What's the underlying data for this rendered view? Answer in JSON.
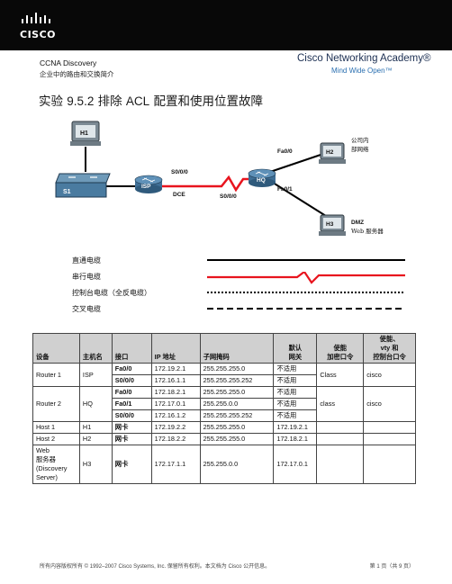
{
  "header": {
    "logo_text": "CISCO",
    "course": "CCNA Discovery",
    "subtitle": "企业中的路由和交换简介",
    "academy_name": "Cisco Networking Academy®",
    "academy_tagline": "Mind Wide Open™"
  },
  "title": {
    "prefix": "实验 ",
    "number": "9.5.2",
    "suffix_cn1": " 排除 ",
    "acl": "ACL",
    "suffix_cn2": " 配置和使用位置故障"
  },
  "topology": {
    "devices": {
      "h1": "H1",
      "s1": "S1",
      "isp": "ISP",
      "hq": "HQ",
      "h2": "H2",
      "h3": "H3"
    },
    "links": {
      "isp_s000": "S0/0/0",
      "dce": "DCE",
      "hq_s000": "S0/0/0",
      "fa00": "Fa0/0",
      "fa01": "Fa0/1"
    },
    "notes": {
      "h2_line1": "公司内",
      "h2_line2": "部网络",
      "h3_line1": "DMZ",
      "h3_line2": "Web 服务器"
    }
  },
  "legend": [
    {
      "label": "直通电缆",
      "style": "solid"
    },
    {
      "label": "串行电缆",
      "style": "serial"
    },
    {
      "label": "控制台电缆（全反电缆）",
      "style": "dotted"
    },
    {
      "label": "交叉电缆",
      "style": "dashed"
    }
  ],
  "table": {
    "headers": {
      "device": "设备",
      "hostname": "主机名",
      "interface": "接口",
      "ip": "IP 地址",
      "mask": "子网掩码",
      "gw_line1": "默认",
      "gw_line2": "网关",
      "enable_line1": "使能",
      "enable_line2": "加密口令",
      "vty_line1": "使能、",
      "vty_line2": "vty 和",
      "vty_line3": "控制台口令"
    },
    "r1": {
      "device": "Router 1",
      "host": "ISP",
      "secret": "Class",
      "vty": "cisco",
      "rows": [
        {
          "iface": "Fa0/0",
          "ip": "172.19.2.1",
          "mask": "255.255.255.0",
          "gw": "不适用"
        },
        {
          "iface": "S0/0/0",
          "ip": "172.16.1.1",
          "mask": "255.255.255.252",
          "gw": "不适用"
        }
      ]
    },
    "r2": {
      "device": "Router 2",
      "host": "HQ",
      "secret": "class",
      "vty": "cisco",
      "rows": [
        {
          "iface": "Fa0/0",
          "ip": "172.18.2.1",
          "mask": "255.255.255.0",
          "gw": "不适用"
        },
        {
          "iface": "Fa0/1",
          "ip": "172.17.0.1",
          "mask": "255.255.0.0",
          "gw": "不适用"
        },
        {
          "iface": "S0/0/0",
          "ip": "172.16.1.2",
          "mask": "255.255.255.252",
          "gw": "不适用"
        }
      ]
    },
    "hosts": [
      {
        "device": "Host 1",
        "host": "H1",
        "iface": "网卡",
        "ip": "172.19.2.2",
        "mask": "255.255.255.0",
        "gw": "172.19.2.1"
      },
      {
        "device": "Host 2",
        "host": "H2",
        "iface": "网卡",
        "ip": "172.18.2.2",
        "mask": "255.255.255.0",
        "gw": "172.18.2.1"
      }
    ],
    "web": {
      "device_line1": "Web",
      "device_line2": "服务器",
      "device_line3": "(Discovery",
      "device_line4": "Server)",
      "host": "H3",
      "iface": "网卡",
      "ip": "172.17.1.1",
      "mask": "255.255.0.0",
      "gw": "172.17.0.1"
    }
  },
  "footer": {
    "copyright": "所有内容版权所有 © 1992–2007 Cisco Systems, Inc. 保留所有权利。本文档为 Cisco 公开信息。",
    "page": "第 1 页（共 9 页）"
  },
  "colors": {
    "header_bar": "#080808",
    "serial_link": "#e8141e",
    "router_body": "#3f6f96",
    "switch_body": "#4a7ba0",
    "table_header": "#d0d0d0"
  }
}
